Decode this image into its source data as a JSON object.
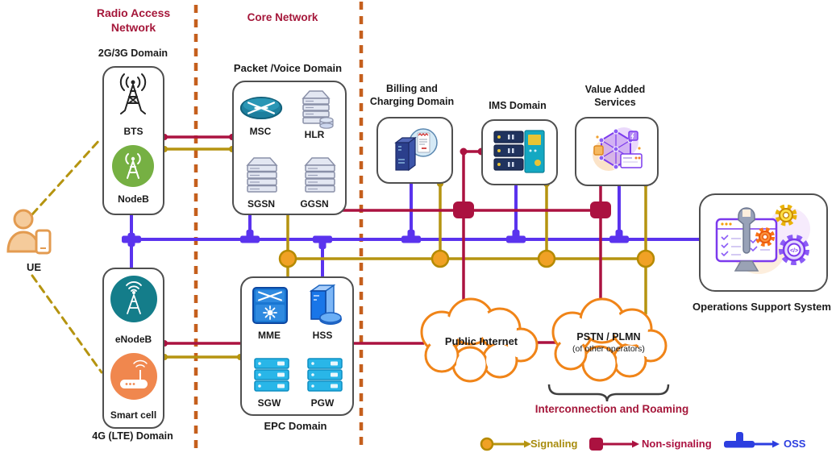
{
  "headers": {
    "ran1": "Radio Access",
    "ran2": "Network",
    "core": "Core Network",
    "interconnection": "Interconnection and Roaming"
  },
  "domains": {
    "d2g3g": "2G/3G Domain",
    "d4g": "4G (LTE) Domain",
    "packet_voice": "Packet /Voice Domain",
    "epc": "EPC Domain",
    "billing1": "Billing and",
    "billing2": "Charging Domain",
    "ims": "IMS Domain",
    "vas1": "Value Added",
    "vas2": "Services",
    "oss": "Operations Support System"
  },
  "nodes": {
    "ue": "UE",
    "bts": "BTS",
    "nodeb": "NodeB",
    "enodeb": "eNodeB",
    "smart_cell": "Smart cell",
    "msc": "MSC",
    "hlr": "HLR",
    "sgsn": "SGSN",
    "ggsn": "GGSN",
    "mme": "MME",
    "hss": "HSS",
    "sgw": "SGW",
    "pgw": "PGW",
    "public_internet": "Public Internet",
    "pstn": "PSTN / PLMN",
    "pstn_sub": "(of other operators)"
  },
  "legend": {
    "signaling": "Signaling",
    "non_signaling": "Non-signaling",
    "oss": "OSS"
  },
  "icons": {
    "oss_gear_code": "</>"
  },
  "colors": {
    "signaling_line": "#b59410",
    "signaling_node_fill": "#f0a125",
    "non_signaling_line": "#ab1240",
    "oss_bus_line": "#5a33ee",
    "oss_legend": "#2c3ee0",
    "header_red": "#a5173a",
    "separator_orange": "#c55f1d",
    "cloud_outline": "#f08418",
    "box_border": "#4f4f4f"
  }
}
